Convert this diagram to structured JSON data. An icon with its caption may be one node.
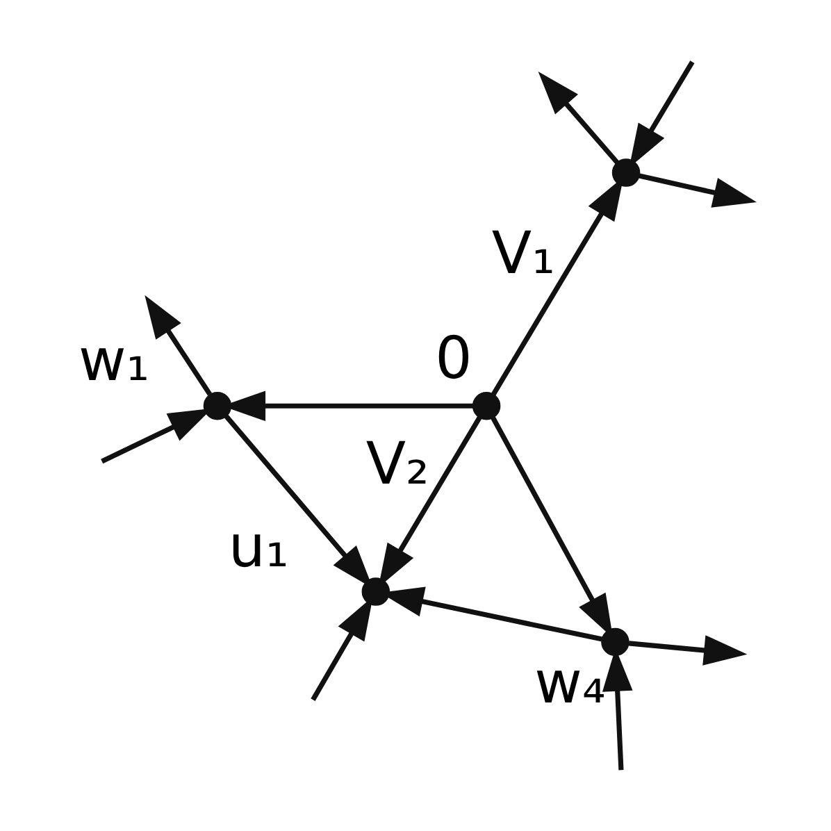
{
  "diagram": {
    "nodes": [
      {
        "text": [],
        "shape": "circle",
        "beside": [
          "w₁"
        ]
      },
      {
        "text": [],
        "shape": "circle"
      },
      {
        "text": [],
        "shape": "circle",
        "beside": [
          "0"
        ]
      },
      {
        "text": [],
        "shape": "circle",
        "beside": [
          "u₁"
        ]
      },
      {
        "text": [],
        "shape": "circle",
        "beside": [
          "w₄"
        ]
      }
    ],
    "edges": [
      {
        "from": 2,
        "to": 1,
        "arrow": "to",
        "label": "V₁"
      },
      {
        "from": 2,
        "to": 3,
        "arrow": "to",
        "label": "V₂"
      },
      {
        "from": 2,
        "to": 0,
        "arrow": "to"
      },
      {
        "from": 2,
        "to": 4,
        "arrow": "to"
      },
      {
        "from": 0,
        "to": 3,
        "arrow": "to"
      },
      {
        "from": 4,
        "to": 3,
        "arrow": "to"
      },
      {
        "from": null,
        "to": 0,
        "arrow": "to"
      },
      {
        "from": 0,
        "to": null,
        "arrow": "to"
      },
      {
        "from": null,
        "to": 3,
        "arrow": "to"
      },
      {
        "from": null,
        "to": 4,
        "arrow": "to"
      },
      {
        "from": 4,
        "to": null,
        "arrow": "to"
      },
      {
        "from": null,
        "to": 1,
        "arrow": "to"
      },
      {
        "from": 1,
        "to": null,
        "arrow": "to"
      },
      {
        "from": 1,
        "to": null,
        "arrow": "to"
      }
    ]
  }
}
